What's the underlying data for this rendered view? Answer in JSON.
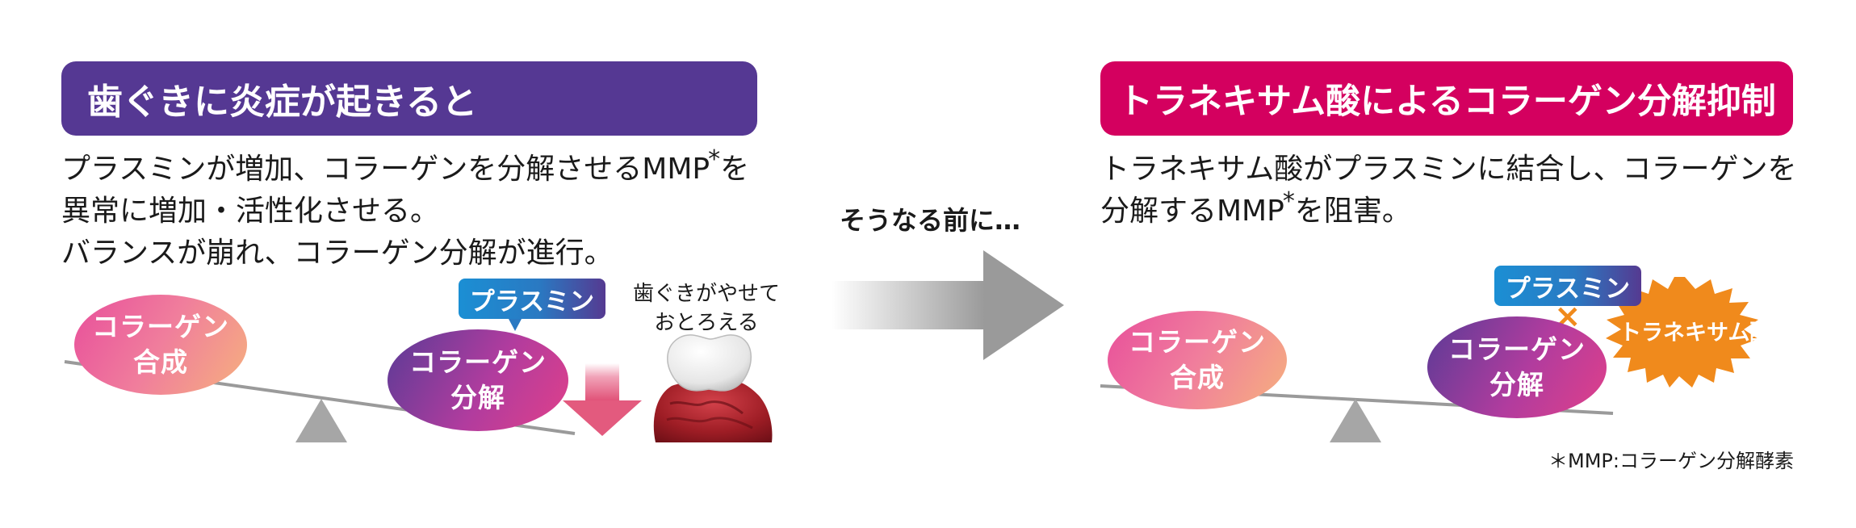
{
  "left": {
    "header": "歯ぐきに炎症が起きると",
    "body_line1_pre": "プラスミンが増加、コラーゲンを分解させるMMP",
    "star": "*",
    "body_line1_post": "を",
    "body_line2": "異常に増加・活性化させる。",
    "body_line3": "バランスが崩れ、コラーゲン分解が進行。",
    "synthesis_line1": "コラーゲン",
    "synthesis_line2": "合成",
    "degradation_line1": "コラーゲン",
    "degradation_line2": "分解",
    "plasmin_tag": "プラスミン",
    "gum_note_line1": "歯ぐきがやせて",
    "gum_note_line2": "おとろえる"
  },
  "middle": {
    "text": "そうなる前に…"
  },
  "right": {
    "header": "トラネキサム酸によるコラーゲン分解抑制",
    "body_line1": "トラネキサム酸がプラスミンに結合し、コラーゲンを",
    "body_line2_pre": "分解するMMP",
    "star": "*",
    "body_line2_post": "を阻害。",
    "synthesis_line1": "コラーゲン",
    "synthesis_line2": "合成",
    "degradation_line1": "コラーゲン",
    "degradation_line2": "分解",
    "plasmin_tag": "プラスミン",
    "tranexamic_tag": "トラネキサム酸",
    "block_mark": "×"
  },
  "footnote": "＊MMP:コラーゲン分解酵素",
  "colors": {
    "left_header": "#553893",
    "right_header": "#d4005f",
    "scale_gray": "#a6a6a6",
    "down_arrow": "#e35a7e",
    "burst_orange": "#f08a1c"
  }
}
